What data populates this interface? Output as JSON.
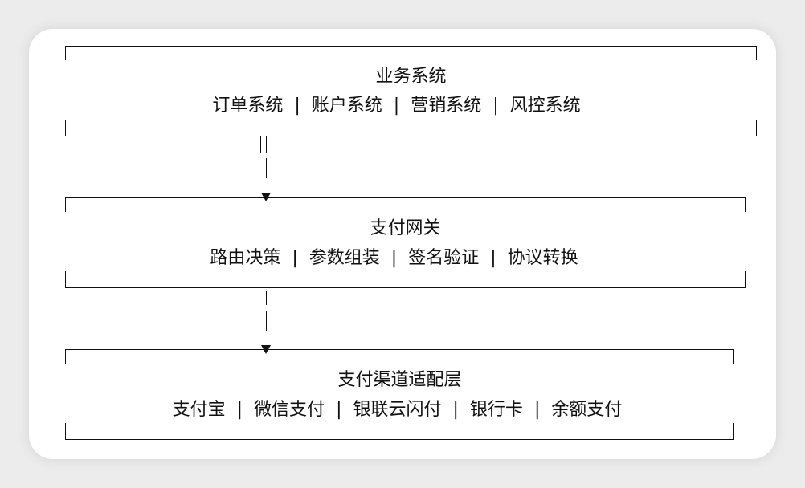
{
  "layers": [
    {
      "title": "业务系统",
      "items": [
        "订单系统",
        "账户系统",
        "营销系统",
        "风控系统"
      ]
    },
    {
      "title": "支付网关",
      "items": [
        "路由决策",
        "参数组装",
        "签名验证",
        "协议转换"
      ]
    },
    {
      "title": "支付渠道适配层",
      "items": [
        "支付宝",
        "微信支付",
        "银联云闪付",
        "银行卡",
        "余额支付"
      ]
    }
  ],
  "separator": "|",
  "colors": {
    "line": "#111111",
    "card": "#ffffff",
    "page": "#ececec"
  }
}
